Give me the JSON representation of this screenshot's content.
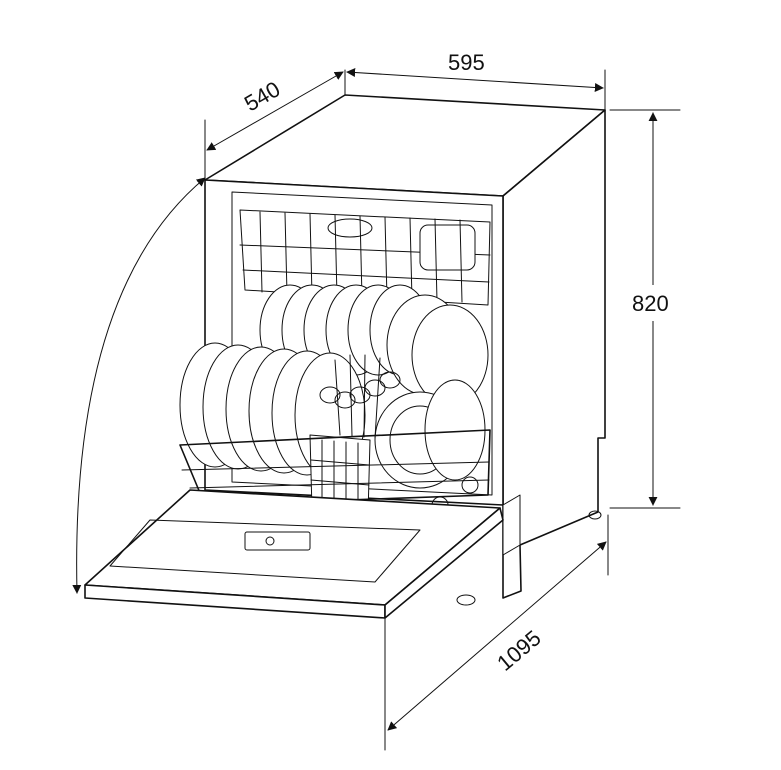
{
  "diagram": {
    "subject": "dishwasher",
    "dimensions": {
      "width": "595",
      "depth": "540",
      "height": "820",
      "depth_door_open": "1095"
    }
  }
}
